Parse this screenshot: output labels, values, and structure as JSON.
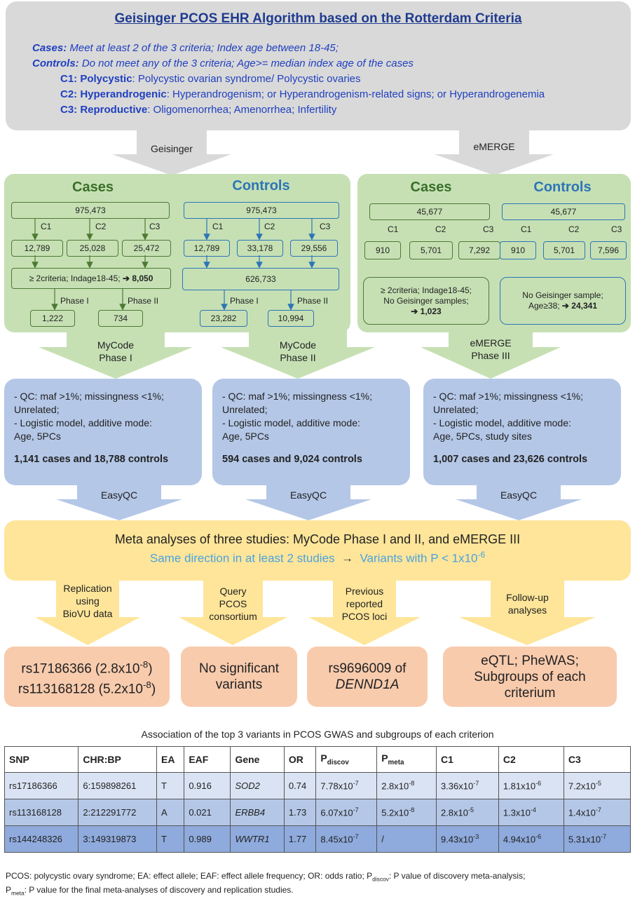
{
  "top": {
    "title": "Geisinger PCOS EHR Algorithm based on the Rotterdam Criteria",
    "cases_label": "Cases:",
    "cases_text": "Meet at least 2 of the 3 criteria; Index age between 18-45;",
    "controls_label": "Controls:",
    "controls_text": "Do not meet any of the 3 criteria; Age>= median index age of the cases",
    "c1_label": "C1: Polycystic",
    "c1_text": ": Polycystic ovarian syndrome/ Polycystic ovaries",
    "c2_label": "C2: Hyperandrogenic",
    "c2_text": ": Hyperandrogenism; or Hyperandrogenism-related signs; or Hyperandrogenemia",
    "c3_label": "C3: Reproductive",
    "c3_text": ": Oligomenorrhea; Amenorrhea; Infertility"
  },
  "arrows": {
    "geisinger": "Geisinger",
    "emerge": "eMERGE",
    "mycode1_a": "MyCode",
    "mycode1_b": "Phase I",
    "mycode2_a": "MyCode",
    "mycode2_b": "Phase II",
    "emerge3_a": "eMERGE",
    "emerge3_b": "Phase III",
    "easyqc": "EasyQC"
  },
  "geisinger": {
    "cases_header": "Cases",
    "controls_header": "Controls",
    "cases_total": "975,473",
    "controls_total": "975,473",
    "c1": "C1",
    "c2": "C2",
    "c3": "C3",
    "cases_c1": "12,789",
    "cases_c2": "25,028",
    "cases_c3": "25,472",
    "controls_c1": "12,789",
    "controls_c2": "33,178",
    "controls_c3": "29,556",
    "cases_combined_prefix": "≥ 2criteria; Indage18-45; ",
    "cases_combined_value": "➔ 8,050",
    "controls_combined": "626,733",
    "phase1": "Phase I",
    "phase2": "Phase II",
    "cases_phase1": "1,222",
    "cases_phase2": "734",
    "controls_phase1": "23,282",
    "controls_phase2": "10,994"
  },
  "emerge": {
    "cases_header": "Cases",
    "controls_header": "Controls",
    "cases_total": "45,677",
    "controls_total": "45,677",
    "cases_c1": "910",
    "cases_c2": "5,701",
    "cases_c3": "7,292",
    "controls_c1": "910",
    "controls_c2": "5,701",
    "controls_c3": "7,596",
    "cases_combined_line1": "≥ 2criteria; Indage18-45;",
    "cases_combined_line2": "No Geisinger samples;",
    "cases_combined_value": "➔ 1,023",
    "controls_combined_line1": "No Geisinger sample;",
    "controls_combined_line2": "Age≥38; ",
    "controls_combined_value": "➔ 24,341"
  },
  "qc": [
    {
      "line1": "- QC: maf >1%; missingness <1%;",
      "line2": "Unrelated;",
      "line3": "- Logistic model, additive mode:",
      "line4": "Age, 5PCs",
      "summary": "1,141 cases and 18,788 controls"
    },
    {
      "line1": "- QC: maf >1%; missingness <1%;",
      "line2": "Unrelated;",
      "line3": "- Logistic model, additive mode:",
      "line4": "Age, 5PCs",
      "summary": "594 cases and 9,024 controls"
    },
    {
      "line1": "- QC: maf >1%; missingness <1%;",
      "line2": "Unrelated;",
      "line3": "- Logistic model, additive mode:",
      "line4": "Age, 5PCs, study sites",
      "summary": "1,007 cases and 23,626 controls"
    }
  ],
  "meta": {
    "line1": "Meta analyses of three studies: MyCode Phase I and II, and eMERGE III",
    "line2a": "Same direction in at least 2 studies",
    "arrow": "→",
    "line2b": "Variants with P < 1x10",
    "line2b_exp": "-6"
  },
  "followups": [
    {
      "l1": "Replication",
      "l2": "using",
      "l3": "BioVU data"
    },
    {
      "l1": "Query",
      "l2": "PCOS",
      "l3": "consortium"
    },
    {
      "l1": "Previous",
      "l2": "reported",
      "l3": "PCOS loci"
    },
    {
      "l1": "Follow-up",
      "l2": "analyses",
      "l3": ""
    }
  ],
  "results": {
    "r1_a": "rs17186366 (2.8x10",
    "r1_a_exp": "-8",
    "r1_a_end": ")",
    "r1_b": "rs113168128 (5.2x10",
    "r1_b_exp": "-8",
    "r1_b_end": ")",
    "r2_a": "No significant",
    "r2_b": "variants",
    "r3_a": "rs9696009 of",
    "r3_b": "DENND1A",
    "r4_a": "eQTL; PheWAS;",
    "r4_b": "Subgroups of each",
    "r4_c": "criterium"
  },
  "table": {
    "caption": "Association of the top 3 variants in PCOS GWAS and subgroups of each criterion",
    "headers": [
      "SNP",
      "CHR:BP",
      "EA",
      "EAF",
      "Gene",
      "OR",
      "P",
      "P",
      "C1",
      "C2",
      "C3"
    ],
    "header_subs": [
      "",
      "",
      "",
      "",
      "",
      "",
      "discov",
      "meta",
      "",
      "",
      ""
    ],
    "rows": [
      {
        "snp": "rs17186366",
        "chrbp": "6:159898261",
        "ea": "T",
        "eaf": "0.916",
        "gene": "SOD2",
        "or": "0.74",
        "pd": "7.78x10",
        "pd_e": "-7",
        "pm": "2.8x10",
        "pm_e": "-8",
        "c1": "3.36x10",
        "c1_e": "-7",
        "c2": "1.81x10",
        "c2_e": "-6",
        "c3": "7.2x10",
        "c3_e": "-5"
      },
      {
        "snp": "rs113168128",
        "chrbp": "2:212291772",
        "ea": "A",
        "eaf": "0.021",
        "gene": "ERBB4",
        "or": "1.73",
        "pd": "6.07x10",
        "pd_e": "-7",
        "pm": "5.2x10",
        "pm_e": "-8",
        "c1": "2.8x10",
        "c1_e": "-5",
        "c2": "1.3x10",
        "c2_e": "-4",
        "c3": "1.4x10",
        "c3_e": "-7"
      },
      {
        "snp": "rs144248326",
        "chrbp": "3:149319873",
        "ea": "T",
        "eaf": "0.989",
        "gene": "WWTR1",
        "or": "1.77",
        "pd": "8.45x10",
        "pd_e": "-7",
        "pm": "/",
        "pm_e": "",
        "c1": "9.43x10",
        "c1_e": "-3",
        "c2": "4.94x10",
        "c2_e": "-6",
        "c3": "5.31x10",
        "c3_e": "-7"
      }
    ]
  },
  "footnote": {
    "line1a": "PCOS: polycystic ovary syndrome; EA: effect allele; EAF: effect allele frequency; OR: odds ratio; P",
    "line1_sub": "discov",
    "line1b": ": P value of discovery meta-analysis;",
    "line2_p": "P",
    "line2_sub": "meta",
    "line2b": ": P value for the final meta-analyses of discovery and replication studies."
  },
  "colors": {
    "grey": "#d9d9d9",
    "green": "#c6e0b4",
    "blue": "#b4c7e7",
    "yellow": "#fee599",
    "salmon": "#f8cbad",
    "dark_green": "#3a6f2a",
    "mid_blue": "#2e75b6",
    "title_blue": "#1f3b8f"
  }
}
